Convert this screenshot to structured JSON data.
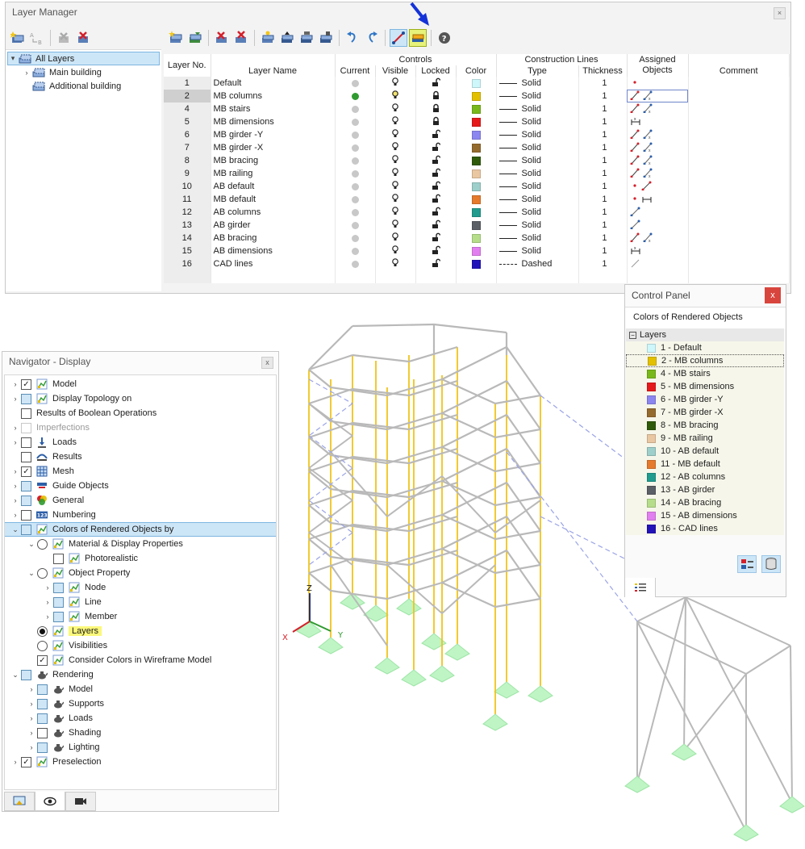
{
  "layer_manager": {
    "title": "Layer Manager",
    "tree": [
      {
        "label": "All Layers",
        "selected": true
      },
      {
        "label": "Main building"
      },
      {
        "label": "Additional building"
      }
    ],
    "headers": {
      "layer_no": "Layer No.",
      "layer_name": "Layer Name",
      "controls": "Controls",
      "current": "Current",
      "visible": "Visible",
      "locked": "Locked",
      "color": "Color",
      "construction_lines": "Construction Lines",
      "type": "Type",
      "thickness": "Thickness",
      "assigned_objects": "Assigned Objects",
      "comment": "Comment"
    },
    "rows": [
      {
        "no": "1",
        "name": "Default",
        "current": false,
        "locked": false,
        "color": "#cdf7fb",
        "type": "Solid",
        "thickness": "1",
        "assigned": "node"
      },
      {
        "no": "2",
        "name": "MB columns",
        "current": true,
        "locked": true,
        "color": "#e2c000",
        "type": "Solid",
        "thickness": "1",
        "assigned": "line-member"
      },
      {
        "no": "4",
        "name": "MB stairs",
        "current": false,
        "locked": true,
        "color": "#78b81a",
        "type": "Solid",
        "thickness": "1",
        "assigned": "line-member"
      },
      {
        "no": "5",
        "name": "MB dimensions",
        "current": false,
        "locked": true,
        "color": "#e6191a",
        "type": "Solid",
        "thickness": "1",
        "assigned": "dimension"
      },
      {
        "no": "6",
        "name": "MB girder -Y",
        "current": false,
        "locked": false,
        "color": "#8c86f0",
        "type": "Solid",
        "thickness": "1",
        "assigned": "line-member"
      },
      {
        "no": "7",
        "name": "MB girder -X",
        "current": false,
        "locked": false,
        "color": "#946a2e",
        "type": "Solid",
        "thickness": "1",
        "assigned": "line-member"
      },
      {
        "no": "8",
        "name": "MB bracing",
        "current": false,
        "locked": false,
        "color": "#2f5a0a",
        "type": "Solid",
        "thickness": "1",
        "assigned": "line-member"
      },
      {
        "no": "9",
        "name": "MB railing",
        "current": false,
        "locked": false,
        "color": "#e9c7a2",
        "type": "Solid",
        "thickness": "1",
        "assigned": "line-member"
      },
      {
        "no": "10",
        "name": "AB default",
        "current": false,
        "locked": false,
        "color": "#9ecfca",
        "type": "Solid",
        "thickness": "1",
        "assigned": "node-line"
      },
      {
        "no": "11",
        "name": "MB default",
        "current": false,
        "locked": false,
        "color": "#e5792c",
        "type": "Solid",
        "thickness": "1",
        "assigned": "node-dimension"
      },
      {
        "no": "12",
        "name": "AB columns",
        "current": false,
        "locked": false,
        "color": "#219c8f",
        "type": "Solid",
        "thickness": "1",
        "assigned": "member"
      },
      {
        "no": "13",
        "name": "AB girder",
        "current": false,
        "locked": false,
        "color": "#5b5f66",
        "type": "Solid",
        "thickness": "1",
        "assigned": "member"
      },
      {
        "no": "14",
        "name": "AB bracing",
        "current": false,
        "locked": false,
        "color": "#b6dd8a",
        "type": "Solid",
        "thickness": "1",
        "assigned": "line-member"
      },
      {
        "no": "15",
        "name": "AB dimensions",
        "current": false,
        "locked": false,
        "color": "#e27ff0",
        "type": "Solid",
        "thickness": "1",
        "assigned": "dimension"
      },
      {
        "no": "16",
        "name": "CAD lines",
        "current": false,
        "locked": false,
        "color": "#2213b9",
        "type": "Dashed",
        "thickness": "1",
        "assigned": "line-gray"
      }
    ]
  },
  "control_panel": {
    "title": "Control Panel",
    "close": "x",
    "subtitle": "Colors of Rendered Objects",
    "group": "Layers",
    "items": [
      {
        "label": "1 - Default",
        "color": "#cdf7fb"
      },
      {
        "label": "2 - MB columns",
        "color": "#e2c000",
        "selected": true
      },
      {
        "label": "4 - MB stairs",
        "color": "#78b81a"
      },
      {
        "label": "5 - MB dimensions",
        "color": "#e6191a"
      },
      {
        "label": "6 - MB girder -Y",
        "color": "#8c86f0"
      },
      {
        "label": "7 - MB girder -X",
        "color": "#946a2e"
      },
      {
        "label": "8 - MB bracing",
        "color": "#2f5a0a"
      },
      {
        "label": "9 - MB railing",
        "color": "#e9c7a2"
      },
      {
        "label": "10 - AB default",
        "color": "#9ecfca"
      },
      {
        "label": "11 - MB default",
        "color": "#e5792c"
      },
      {
        "label": "12 - AB columns",
        "color": "#219c8f"
      },
      {
        "label": "13 - AB girder",
        "color": "#5b5f66"
      },
      {
        "label": "14 - AB bracing",
        "color": "#b6dd8a"
      },
      {
        "label": "15 - AB dimensions",
        "color": "#e27ff0"
      },
      {
        "label": "16 - CAD lines",
        "color": "#2213b9"
      }
    ]
  },
  "navigator": {
    "title": "Navigator - Display",
    "close": "x",
    "items": [
      {
        "label": "Model",
        "level": 0,
        "expand": "closed",
        "check": "checked",
        "icon": "chart-icon"
      },
      {
        "label": "Display Topology on",
        "level": 0,
        "expand": "closed",
        "check": "partial",
        "icon": "chart-icon"
      },
      {
        "label": "Results of Boolean Operations",
        "level": 0,
        "expand": "none",
        "check": "empty",
        "icon": "none"
      },
      {
        "label": "Imperfections",
        "level": 0,
        "expand": "closed",
        "check": "disabled",
        "icon": "none",
        "gray": true
      },
      {
        "label": "Loads",
        "level": 0,
        "expand": "closed",
        "check": "empty",
        "icon": "load-icon"
      },
      {
        "label": "Results",
        "level": 0,
        "expand": "none",
        "check": "empty",
        "icon": "result-icon"
      },
      {
        "label": "Mesh",
        "level": 0,
        "expand": "closed",
        "check": "checked",
        "icon": "mesh-icon"
      },
      {
        "label": "Guide Objects",
        "level": 0,
        "expand": "closed",
        "check": "partial",
        "icon": "guide-icon"
      },
      {
        "label": "General",
        "level": 0,
        "expand": "closed",
        "check": "partial",
        "icon": "general-icon"
      },
      {
        "label": "Numbering",
        "level": 0,
        "expand": "closed",
        "check": "empty",
        "icon": "numbering-icon"
      },
      {
        "label": "Colors of Rendered Objects by",
        "level": 0,
        "expand": "open",
        "check": "partial",
        "icon": "chart-icon",
        "selected": true
      },
      {
        "label": "Material & Display Properties",
        "level": 1,
        "expand": "open",
        "radio": "off",
        "icon": "chart-icon"
      },
      {
        "label": "Photorealistic",
        "level": 2,
        "expand": "none",
        "check": "empty",
        "icon": "chart-icon"
      },
      {
        "label": "Object Property",
        "level": 1,
        "expand": "open",
        "radio": "off",
        "icon": "chart-icon"
      },
      {
        "label": "Node",
        "level": 2,
        "expand": "closed",
        "check": "partial",
        "icon": "chart-icon"
      },
      {
        "label": "Line",
        "level": 2,
        "expand": "closed",
        "check": "partial",
        "icon": "chart-icon"
      },
      {
        "label": "Member",
        "level": 2,
        "expand": "closed",
        "check": "partial",
        "icon": "chart-icon"
      },
      {
        "label": "Layers",
        "level": 1,
        "expand": "none",
        "radio": "on",
        "icon": "chart-icon",
        "highlight": true
      },
      {
        "label": "Visibilities",
        "level": 1,
        "expand": "none",
        "radio": "off",
        "icon": "chart-icon"
      },
      {
        "label": "Consider Colors in Wireframe Model",
        "level": 1,
        "expand": "none",
        "check": "checked",
        "icon": "chart-icon"
      },
      {
        "label": "Rendering",
        "level": 0,
        "expand": "open",
        "check": "partial",
        "icon": "teapot-icon"
      },
      {
        "label": "Model",
        "level": 1,
        "expand": "closed",
        "check": "partial",
        "icon": "teapot-icon"
      },
      {
        "label": "Supports",
        "level": 1,
        "expand": "closed",
        "check": "partial",
        "icon": "teapot-icon"
      },
      {
        "label": "Loads",
        "level": 1,
        "expand": "closed",
        "check": "partial",
        "icon": "teapot-icon"
      },
      {
        "label": "Shading",
        "level": 1,
        "expand": "closed",
        "check": "empty",
        "icon": "teapot-icon"
      },
      {
        "label": "Lighting",
        "level": 1,
        "expand": "closed",
        "check": "partial",
        "icon": "teapot-icon"
      },
      {
        "label": "Preselection",
        "level": 0,
        "expand": "closed",
        "check": "checked",
        "icon": "chart-icon"
      }
    ]
  },
  "viewport": {
    "axis_x": "X",
    "axis_y": "Y",
    "axis_z": "Z"
  },
  "colors": {
    "arrow": "#1432d8",
    "highlight": "#fbf87a",
    "selection": "#cde6f7",
    "member_gray": "#b4b4b4",
    "column_yellow": "#f0c419",
    "support_green": "#bff5c5"
  }
}
